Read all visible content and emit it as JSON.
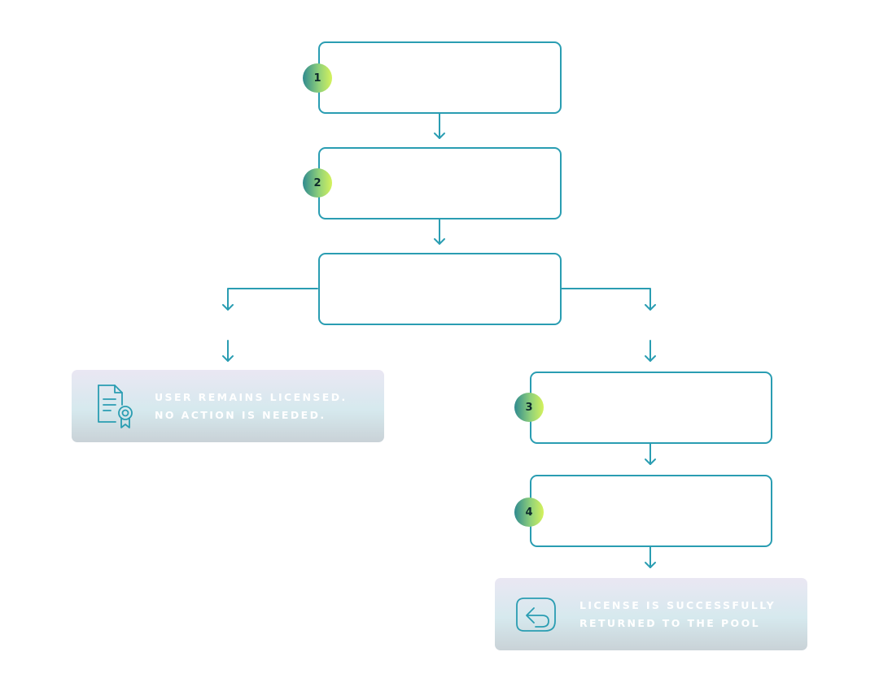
{
  "steps": [
    {
      "number": "1"
    },
    {
      "number": "2"
    },
    {
      "number": "3"
    },
    {
      "number": "4"
    }
  ],
  "outcomes": {
    "licensed": {
      "line1": "USER REMAINS LICENSED.",
      "line2": "NO ACTION IS NEEDED.",
      "icon": "certificate-icon"
    },
    "returned": {
      "line1": "LICENSE IS SUCCESSFULLY",
      "line2": "RETURNED TO THE POOL",
      "icon": "return-arrow-icon"
    }
  },
  "colors": {
    "accent": "#2a9db2",
    "badge_gradient_start": "#2f8a8f",
    "badge_gradient_end": "#d5f25c"
  }
}
